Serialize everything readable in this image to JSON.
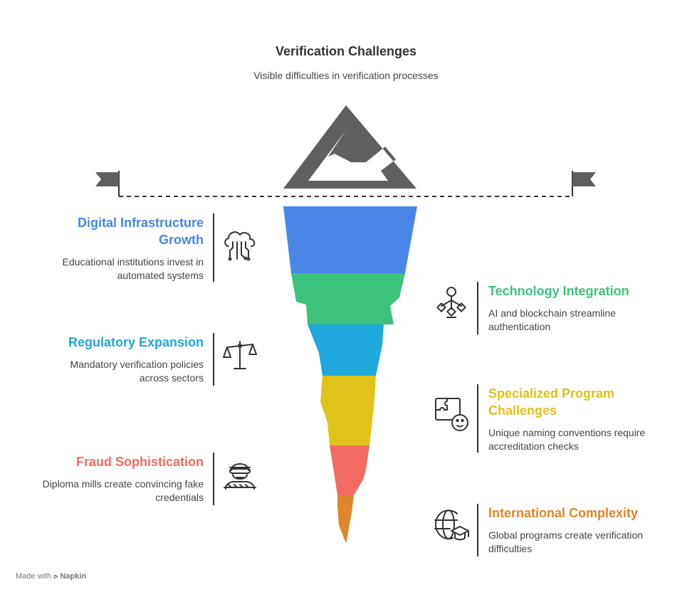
{
  "header": {
    "title": "Verification Challenges",
    "description": "Visible difficulties in verification processes"
  },
  "items": [
    {
      "title": "Digital Infrastructure Growth",
      "description": "Educational institutions invest in automated systems",
      "color": "#4a86e8",
      "side": "left",
      "icon": "cloud-circuit-icon"
    },
    {
      "title": "Technology Integration",
      "description": "AI and blockchain streamline authentication",
      "color": "#3dc27e",
      "side": "right",
      "icon": "network-nodes-icon"
    },
    {
      "title": "Regulatory Expansion",
      "description": "Mandatory verification policies across sectors",
      "color": "#1fa8dc",
      "side": "left",
      "icon": "scales-icon"
    },
    {
      "title": "Specialized Program Challenges",
      "description": "Unique naming conventions require accreditation checks",
      "color": "#e0c21a",
      "side": "right",
      "icon": "puzzle-face-icon"
    },
    {
      "title": "Fraud Sophistication",
      "description": "Diploma mills create convincing fake credentials",
      "color": "#f26b63",
      "side": "left",
      "icon": "burglar-icon"
    },
    {
      "title": "International Complexity",
      "description": "Global programs create verification difficulties",
      "color": "#e0862a",
      "side": "right",
      "icon": "globe-graduation-icon"
    }
  ],
  "colors": {
    "mountain": "#5f5f5f",
    "text": "#444444",
    "line": "#333333"
  },
  "footer": {
    "prefix": "Made with",
    "brand": "Napkin"
  }
}
